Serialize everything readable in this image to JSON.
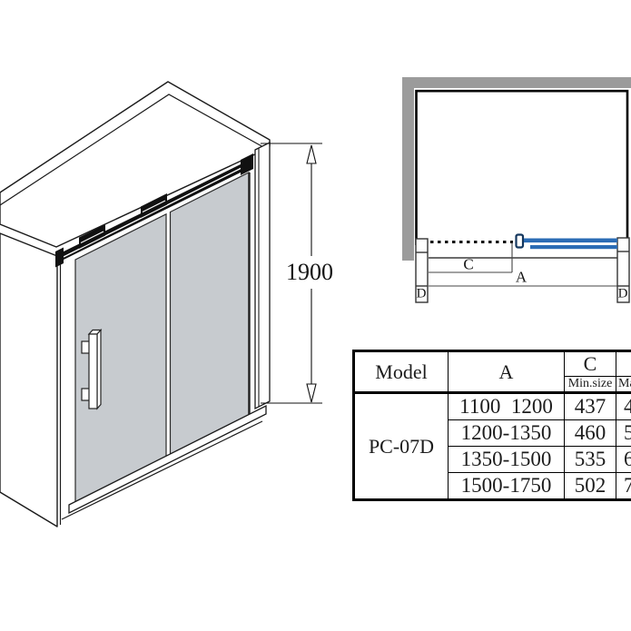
{
  "colors": {
    "blue": "#2b6cb5",
    "wall_gray": "#9b9b9b",
    "glass_gray": "#c7cbcf",
    "knob_navy": "#14375e"
  },
  "iso_drawing": {
    "height_dim": "1900"
  },
  "plan_diagram": {
    "door_width_label": "C",
    "total_width_label": "A",
    "profile_left_label": "D",
    "profile_right_label": "D"
  },
  "spec_table": {
    "headers": {
      "model": "Model",
      "a": "A",
      "c": "C",
      "c_sub": "Min.size",
      "max_sub": "Max.size"
    },
    "model_value": "PC-07D",
    "rows": [
      {
        "a": "1100  1200",
        "c_min": "437",
        "max_partial": "4"
      },
      {
        "a": "1200-1350",
        "c_min": "460",
        "max_partial": "5"
      },
      {
        "a": "1350-1500",
        "c_min": "535",
        "max_partial": "6"
      },
      {
        "a": "1500-1750",
        "c_min": "502",
        "max_partial": "7"
      }
    ]
  }
}
